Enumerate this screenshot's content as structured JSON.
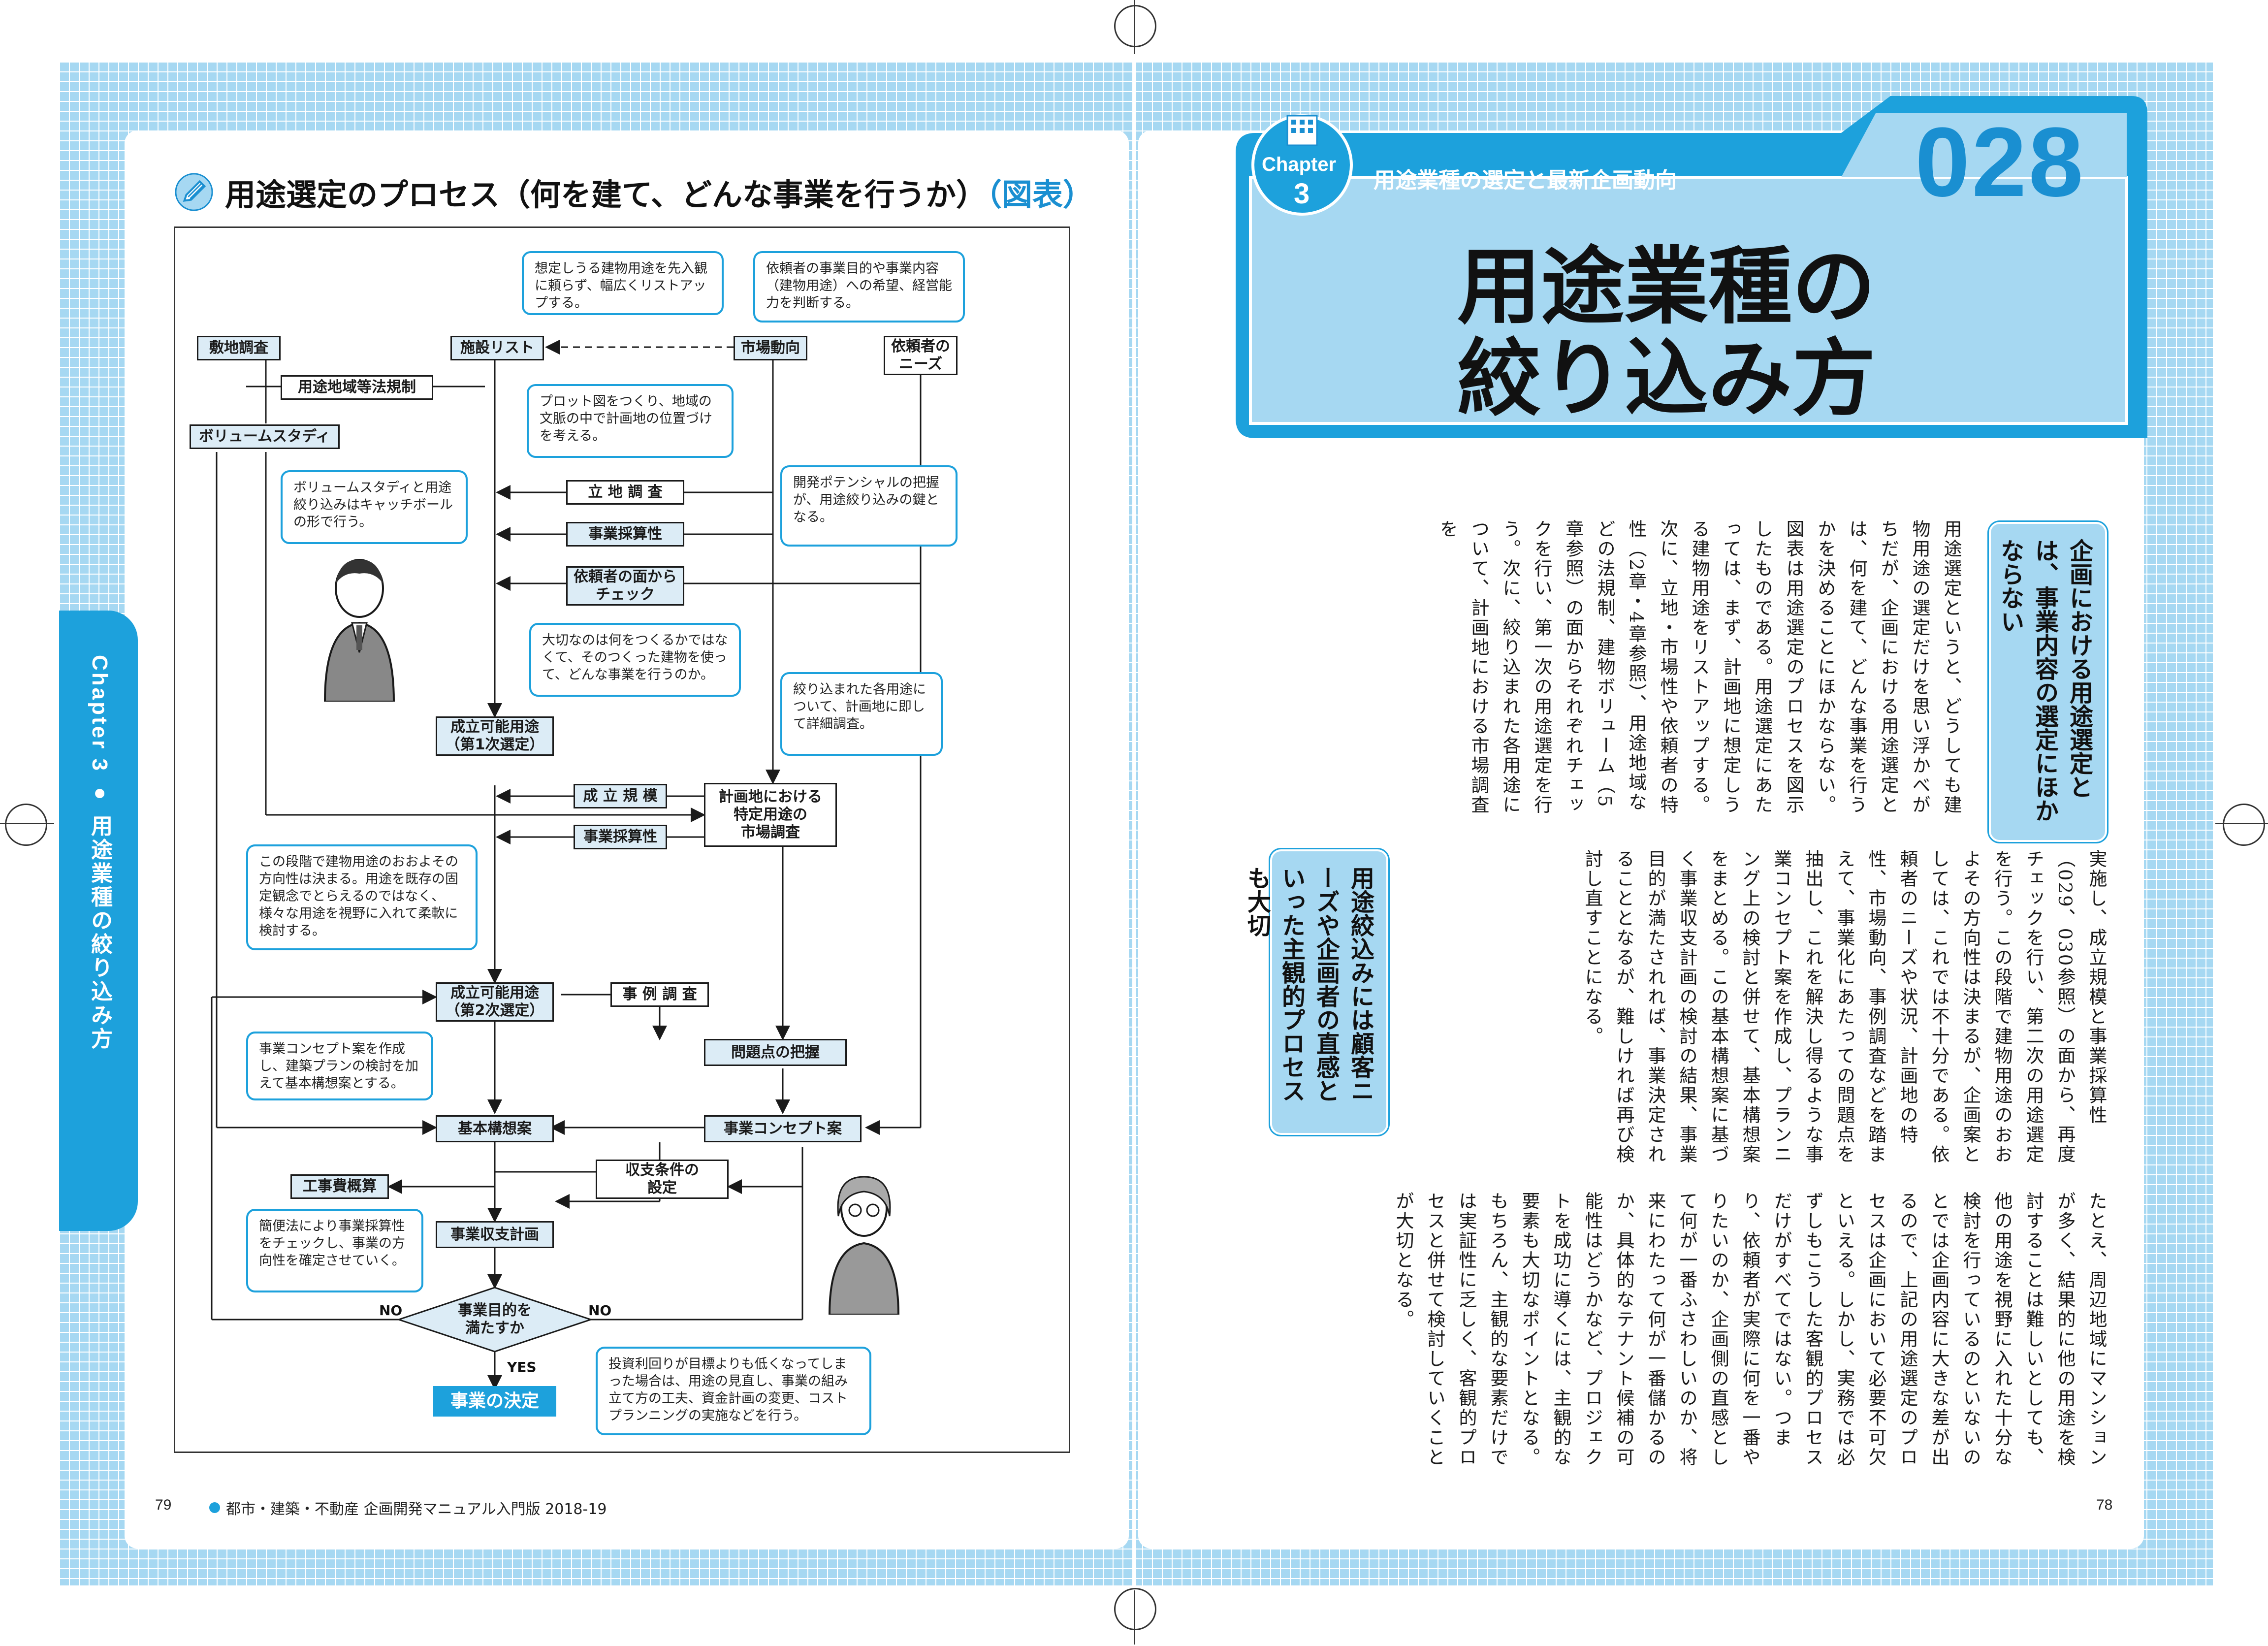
{
  "left_page": {
    "folio": "79",
    "footer": "都市・建築・不動産 企画開発マニュアル入門版 2018-19",
    "chapter_tab": "Chapter 3 ● 用途業種の絞り込み方",
    "figure_title": "用途選定のプロセス（何を建て、どんな事業を行うか）",
    "figure_ref": "（図表）",
    "flow": {
      "shikichi": "敷地調査",
      "shisetsu": "施設リスト",
      "shijo": "市場動向",
      "iraisha_needs": "依頼者の\nニーズ",
      "yoto_hoki": "用途地域等法規制",
      "volume": "ボリュームスタディ",
      "ritchi": "立 地 調 査",
      "jigyo_saisan1": "事業採算性",
      "iraisha_check": "依頼者の面から\nチェック",
      "seiritsu1": "成立可能用途\n（第1次選定）",
      "seiritsu_kibo": "成 立 規 模",
      "jigyo_saisan2": "事業採算性",
      "keikaku_chosa": "計画地における\n特定用途の\n市場調査",
      "seiritsu2": "成立可能用途\n（第2次選定）",
      "jirei": "事 例 調 査",
      "mondai": "問題点の把握",
      "kihon": "基本構想案",
      "concept": "事業コンセプト案",
      "shushi": "収支条件の\n設定",
      "koji": "工事費概算",
      "shushi_keikaku": "事業収支計画",
      "decision": "事業目的を\n満たすか",
      "final": "事業の決定",
      "no_left": "NO",
      "no_right": "NO",
      "yes": "YES"
    },
    "callouts": {
      "c1": "想定しうる建物用途を先入観に頼らず、幅広くリストアップする。",
      "c2": "依頼者の事業目的や事業内容（建物用途）への希望、経営能力を判断する。",
      "c3": "プロット図をつくり、地域の文脈の中で計画地の位置づけを考える。",
      "c4": "ボリュームスタディと用途絞り込みはキャッチボールの形で行う。",
      "c5": "開発ポテンシャルの把握が、用途絞り込みの鍵となる。",
      "c6": "大切なのは何をつくるかではなくて、そのつくった建物を使って、どんな事業を行うのか。",
      "c7": "絞り込まれた各用途について、計画地に即して詳細調査。",
      "c8": "この段階で建物用途のおおよその方向性は決まる。用途を既存の固定観念でとらえるのではなく、様々な用途を視野に入れて柔軟に検討する。",
      "c9": "事業コンセプト案を作成し、建築プランの検討を加えて基本構想案とする。",
      "c10": "簡便法により事業採算性をチェックし、事業の方向性を確定させていく。",
      "c11": "投資利回りが目標よりも低くなってしまった場合は、用途の見直し、事業の組み立て方の工夫、資金計画の変更、コストプランニングの実施などを行う。"
    }
  },
  "right_page": {
    "folio": "78",
    "chapter_label": "Chapter",
    "chapter_num": "3",
    "section": "用途業種の選定と最新企画動向",
    "number": "028",
    "title_line1": "用途業種の",
    "title_line2": "絞り込み方",
    "sidebox1": "企画における用途選定とは、事業内容の選定にほかならない",
    "sidebox2": "用途絞込みには顧客ニーズや企画者の直感といった主観的プロセスも大切",
    "body_upper": "用途選定というと、どうしても建物用途の選定だけを思い浮かべがちだが、企画における用途選定とは、何を建て、どんな事業を行うかを決めることにほかならない。図表は用途選定のプロセスを図示したものである。用途選定にあたっては、まず、計画地に想定しうる建物用途をリストアップする。次に、立地・市場性や依頼者の特性（2章・4章参照）、用途地域などの法規制、建物ボリューム（5章参照）の面からそれぞれチェックを行い、第一次の用途選定を行う。次に、絞り込まれた各用途について、計画地における市場調査を",
    "body_lower": "実施し、成立規模と事業採算性（029、030参照）の面から、再度チェックを行い、第二次の用途選定を行う。この段階で建物用途のおおよその方向性は決まるが、企画案としては、これでは不十分である。依頼者のニーズや状況、計画地の特性、市場動向、事例調査などを踏まえて、事業化にあたっての問題点を抽出し、これを解決し得るような事業コンセプト案を作成し、プランニング上の検討と併せて、基本構想案をまとめる。この基本構想案に基づく事業収支計画の検討の結果、事業目的が満たされれば、事業決定されることとなるが、難しければ再び検討し直すことになる。",
    "body_bottom": "たとえ、周辺地域にマンションが多く、結果的に他の用途を検討することは難しいとしても、他の用途を視野に入れた十分な検討を行っているのといないのとでは企画内容に大きな差が出るので、上記の用途選定のプロセスは企画において必要不可欠といえる。しかし、実務では必ずしもこうした客観的プロセスだけがすべてではない。つまり、依頼者が実際に何を一番やりたいのか、企画側の直感として何が一番ふさわしいのか、将来にわたって何が一番儲かるのか、具体的なテナント候補の可能性はどうかなど、プロジェクトを成功に導くには、主観的な要素も大切なポイントとなる。もちろん、主観的な要素だけでは実証性に乏しく、客観的プロセスと併せて検討していくことが大切となる。"
  },
  "colors": {
    "accent": "#1da1dc",
    "frame": "#a6d8f2",
    "number": "#1a8fd1"
  }
}
